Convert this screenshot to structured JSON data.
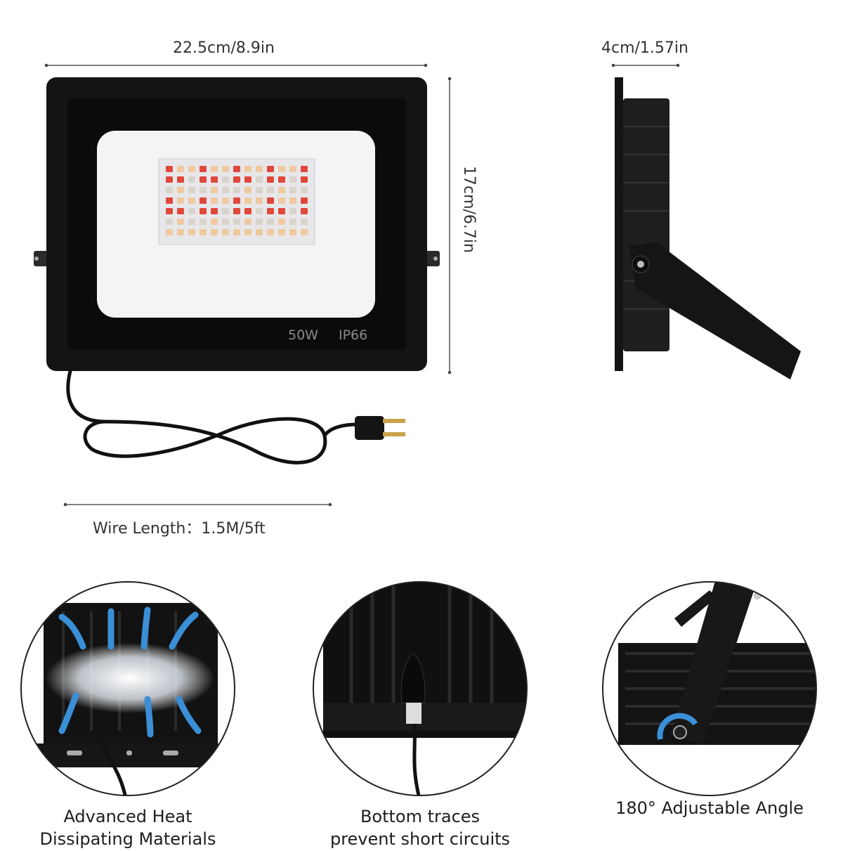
{
  "dimensions": {
    "width_label": "22.5cm/8.9in",
    "height_label": "17cm/6.7in",
    "depth_label": "4cm/1.57in",
    "wire_label": "Wire Length：1.5M/5ft"
  },
  "product": {
    "wattage": "50W",
    "rating": "IP66"
  },
  "features": [
    {
      "line1": "Advanced Heat",
      "line2": "Dissipating Materials",
      "icon": "heat-dissipation-arrows"
    },
    {
      "line1": "Bottom traces",
      "line2": "prevent short circuits",
      "icon": "cable-gland"
    },
    {
      "line1": "180° Adjustable Angle",
      "line2": "",
      "icon": "rotate-arrow"
    }
  ],
  "colors": {
    "housing": "#141414",
    "panel": "#f4f4f6",
    "led_warm": "#f0c9a0",
    "led_red": "#e0473a",
    "led_cool": "#d9d3cc",
    "arrow_blue": "#3a8fd6"
  }
}
